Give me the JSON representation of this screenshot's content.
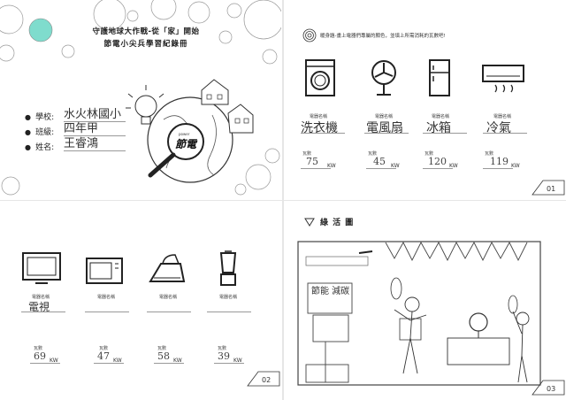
{
  "cover": {
    "title_line1": "守護地球大作戰-從「家」開始",
    "title_line2": "節電小尖兵學習紀錄冊",
    "fields": [
      {
        "label": "學校:",
        "value": "水火林國小"
      },
      {
        "label": "班級:",
        "value": "四年甲"
      },
      {
        "label": "姓名:",
        "value": "王睿鴻"
      }
    ],
    "logo_small": "power",
    "logo_text": "節電"
  },
  "page1": {
    "instruction": "暖身題-畫上電器們專屬的顏色，並填上所需消耗的瓦數吧!",
    "appliances": [
      {
        "icon": "washing-machine-icon",
        "name_label": "電器名稱",
        "name": "洗衣機",
        "watt_label": "瓦數",
        "watt": "75",
        "unit": "KW"
      },
      {
        "icon": "fan-icon",
        "name_label": "電器名稱",
        "name": "電風扇",
        "watt_label": "瓦數",
        "watt": "45",
        "unit": "KW"
      },
      {
        "icon": "fridge-icon",
        "name_label": "電器名稱",
        "name": "冰箱",
        "watt_label": "瓦數",
        "watt": "120",
        "unit": "KW"
      },
      {
        "icon": "air-conditioner-icon",
        "name_label": "電器名稱",
        "name": "冷氣",
        "watt_label": "瓦數",
        "watt": "119",
        "unit": "KW"
      }
    ],
    "page_no": "01"
  },
  "page2": {
    "appliances": [
      {
        "icon": "tv-icon",
        "name_label": "電器名稱",
        "name": "電視",
        "watt_label": "瓦數",
        "watt": "69",
        "unit": "KW"
      },
      {
        "icon": "microwave-icon",
        "name_label": "電器名稱",
        "name": "",
        "watt_label": "瓦數",
        "watt": "47",
        "unit": "KW"
      },
      {
        "icon": "iron-icon",
        "name_label": "電器名稱",
        "name": "",
        "watt_label": "瓦數",
        "watt": "58",
        "unit": "KW"
      },
      {
        "icon": "blender-icon",
        "name_label": "電器名稱",
        "name": "",
        "watt_label": "瓦數",
        "watt": "39",
        "unit": "KW"
      }
    ],
    "page_no": "02"
  },
  "page3": {
    "heading": "綠 活 圖",
    "drawing_text": "節能 減碳",
    "page_no": "03"
  }
}
